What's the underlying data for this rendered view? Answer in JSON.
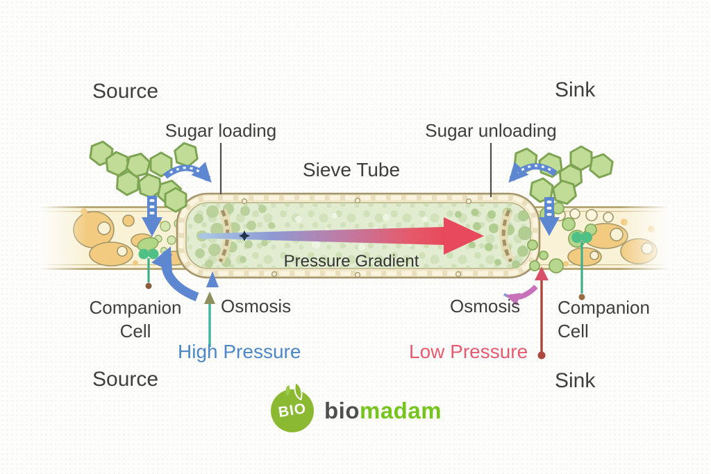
{
  "labels": {
    "source_top": "Source",
    "sink_top": "Sink",
    "sugar_loading": "Sugar loading",
    "sugar_unloading": "Sugar unloading",
    "sieve_tube": "Sieve Tube",
    "pressure_gradient": "Pressure Gradient",
    "companion_line1": "Companion",
    "companion_line2": "Cell",
    "osmosis": "Osmosis",
    "high_pressure": "High Pressure",
    "low_pressure": "Low Pressure",
    "source_bottom": "Source",
    "sink_bottom": "Sink"
  },
  "logo": {
    "badge": "BIO",
    "brand_first": "bio",
    "brand_second": "madam"
  },
  "colors": {
    "label_text": "#3e3e3e",
    "high_pressure_text": "#4e87c7",
    "low_pressure_text": "#e85a70",
    "blue_arrow": "#5d87d1",
    "teal_arrow": "#45b5a2",
    "red_arrow": "#ad4840",
    "pink_arrow": "#c671b8",
    "flow_gradient_start": "#a8c5e3",
    "flow_gradient_end": "#e8495c",
    "sugar_hexagon_fill": "#c0dc96",
    "sugar_hexagon_stroke": "#7da452",
    "tube_wall": "#f6efd4",
    "tube_wall_stroke": "#a3946a",
    "tube_interior": "#e1ecd0",
    "tube_dots": "#c3d8a7",
    "band_fill": "#f9f2d7",
    "band_stroke": "#ab9c68",
    "organelle_fill": "#f2cb80",
    "logo_green": "#8bba32",
    "brand_green": "#76c41e"
  }
}
